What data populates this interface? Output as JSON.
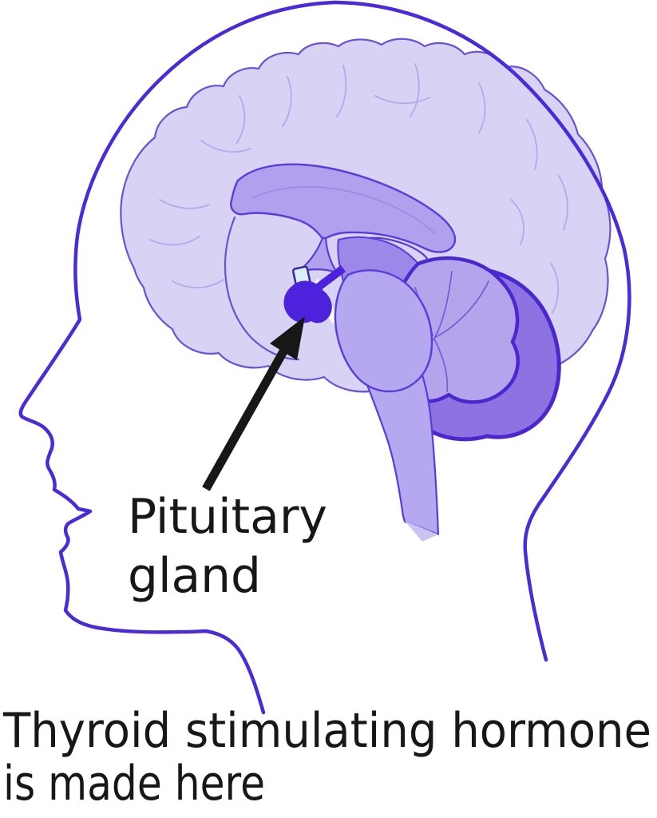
{
  "labels": {
    "pituitary_line1": "Pituitary",
    "pituitary_line2": "gland",
    "caption_line1": "Thyroid stimulating hormone",
    "caption_line2": "is made here"
  },
  "colors": {
    "head-outline": "#4b2bd9",
    "cerebrum-fill": "#d8d2f4",
    "cerebrum-stroke": "#6b50d8",
    "sulci": "#b3a9ec",
    "limbic-fill": "#b0a0ee",
    "limbic-stroke": "#5b3cda",
    "limbic-inner": "#9e8ae4",
    "midbrain-fill": "#9d87e8",
    "pons-fill": "#b5a7f0",
    "cord-cut-fill": "#cdc3f3",
    "cerebellum-back-fill": "#8d72e2",
    "cerebellum-front-fill": "#b3a4ec",
    "cerebellum-stroke": "#4a28cd",
    "cerebellum-fissure": "#7a5ed8",
    "pituitary-fill": "#4c22dd",
    "chiasm-fill": "#dceefa",
    "chiasm-stroke": "#332a9c",
    "annotation": "#171717",
    "page-bg": "#ffffff"
  }
}
